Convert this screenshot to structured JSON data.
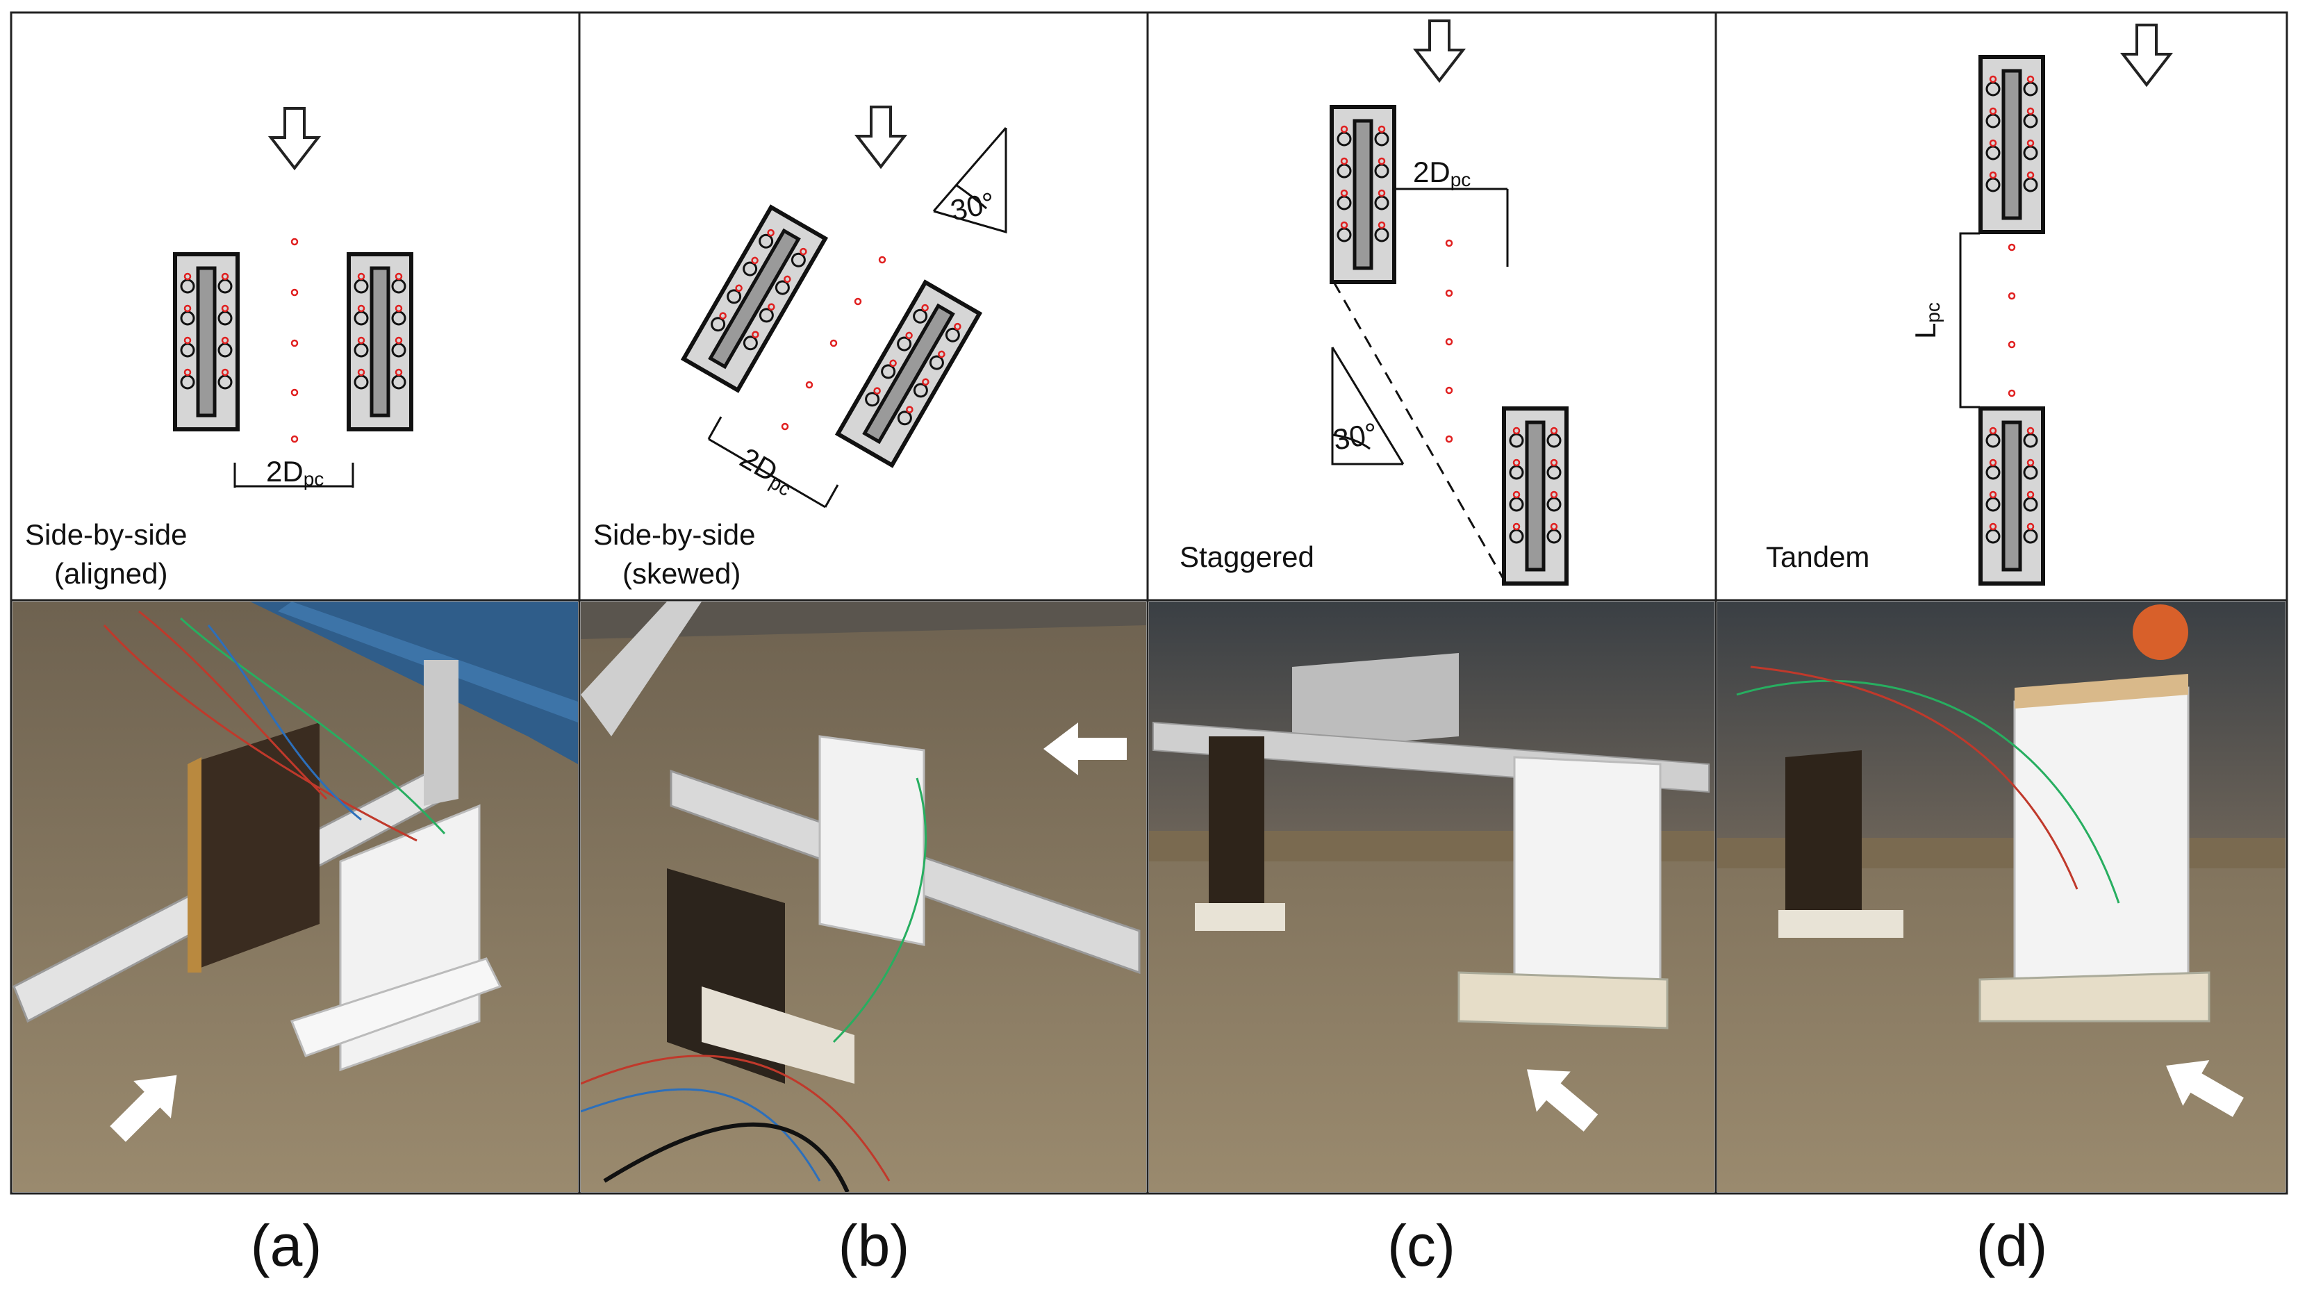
{
  "panels": [
    {
      "id": "a",
      "caption": "(a)",
      "label_lines": [
        "Side-by-side",
        "(aligned)"
      ],
      "dimension_label": "2D",
      "dimension_subscript": "pc"
    },
    {
      "id": "b",
      "caption": "(b)",
      "label_lines": [
        "Side-by-side",
        "(skewed)"
      ],
      "dimension_label": "2D",
      "dimension_subscript": "pc",
      "angle_label": "30°"
    },
    {
      "id": "c",
      "caption": "(c)",
      "label_lines": [
        "Staggered"
      ],
      "dimension_label": "2D",
      "dimension_subscript": "pc",
      "angle_label": "30°"
    },
    {
      "id": "d",
      "caption": "(d)",
      "label_lines": [
        "Tandem"
      ],
      "dimension_label": "L",
      "dimension_subscript": "pc"
    }
  ],
  "colors": {
    "pile_cap_fill": "#d6d6d6",
    "wall_fill": "#9a9a9a",
    "sensor_red": "#e02020",
    "sand": "#8a7a60",
    "border": "#222222"
  },
  "icons": [
    "flow-arrow-down-icon",
    "flow-arrow-photo-icon"
  ]
}
